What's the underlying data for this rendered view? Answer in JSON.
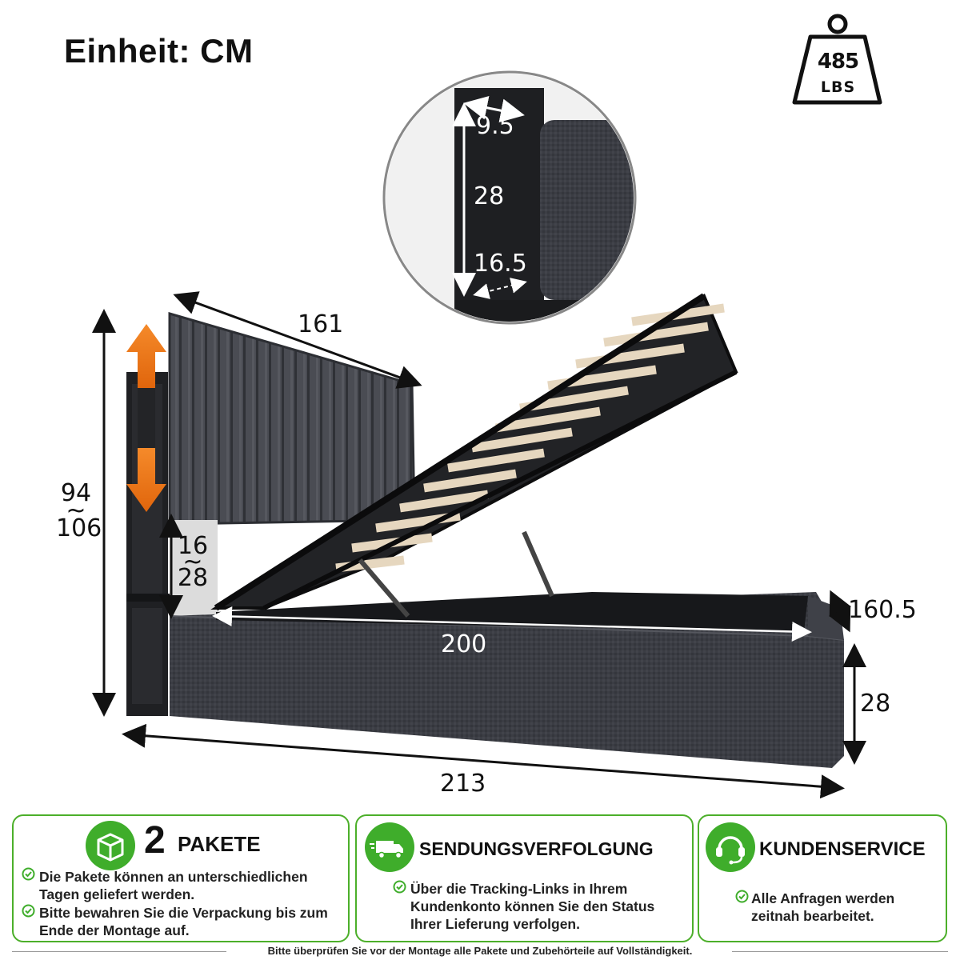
{
  "header": {
    "unit_title": "Einheit: CM"
  },
  "weight_badge": {
    "value": "485",
    "unit": "LBS",
    "icon": "weight-icon"
  },
  "dimensions": {
    "headboard_width": "161",
    "total_height_min": "94",
    "total_height_sep": "~",
    "total_height_max": "106",
    "adjust_min": "16",
    "adjust_sep": "~",
    "adjust_max": "28",
    "inner_length": "200",
    "inner_width": "160.5",
    "frame_height": "28",
    "total_length": "213"
  },
  "zoom_detail": {
    "shelf_depth": "9.5",
    "shelf_height": "28",
    "shelf_bottom": "16.5"
  },
  "panels": [
    {
      "icon": "package-icon",
      "number": "2",
      "title": "PAKETE",
      "bullets": [
        "Die Pakete können an unterschiedlichen Tagen geliefert werden.",
        "Bitte bewahren Sie die Verpackung bis zum Ende der Montage auf."
      ]
    },
    {
      "icon": "truck-icon",
      "title": "SENDUNGSVERFOLGUNG",
      "bullets": [
        "Über die Tracking-Links in Ihrem Kundenkonto können Sie den Status Ihrer Lieferung verfolgen."
      ]
    },
    {
      "icon": "headset-icon",
      "title": "KUNDENSERVICE",
      "bullets": [
        "Alle Anfragen werden zeitnah bearbeitet."
      ]
    }
  ],
  "footer": {
    "note": "Bitte überprüfen Sie vor der Montage alle Pakete und Zubehörteile auf Vollständigkeit."
  },
  "colors": {
    "accent_green": "#3fad2b",
    "arrow_orange": "#f07a1a",
    "fabric": "#3a3c42"
  }
}
